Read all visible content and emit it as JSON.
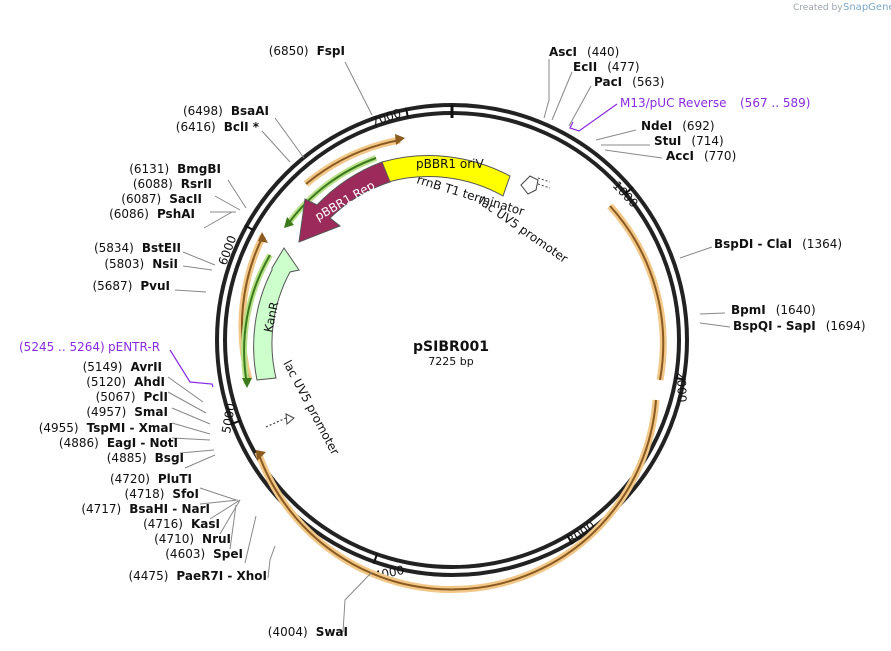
{
  "credit": {
    "prefix": "Created by",
    "brand": "SnapGene"
  },
  "plasmid": {
    "name": "pSIBR001",
    "size_label": "7225 bp"
  },
  "ticks": [
    "1000",
    "2000",
    "3000",
    "4000",
    "5000",
    "6000",
    "7000"
  ],
  "features": {
    "pbbr1_oriv": "pBBR1 oriV",
    "pbbr1_rep": "pBBR1 Rep",
    "kanr": "KanR",
    "rrnb": "rrnB T1 terminator",
    "lac1": "lac UV5 promoter",
    "lac2": "lac UV5 promoter"
  },
  "primers": {
    "m13": {
      "name": "M13/pUC Reverse",
      "range": "(567 .. 589)"
    },
    "pentr": {
      "name": "pENTR-R",
      "range": "(5245 .. 5264)"
    }
  },
  "sites_right": [
    {
      "name": "AscI",
      "pos": "(440)"
    },
    {
      "name": "EcII",
      "pos": "(477)"
    },
    {
      "name": "PacI",
      "pos": "(563)"
    },
    {
      "name": "NdeI",
      "pos": "(692)"
    },
    {
      "name": "StuI",
      "pos": "(714)"
    },
    {
      "name": "AccI",
      "pos": "(770)"
    },
    {
      "name": "BspDI - ClaI",
      "pos": "(1364)"
    },
    {
      "name": "BpmI",
      "pos": "(1640)"
    },
    {
      "name": "BspQI - SapI",
      "pos": "(1694)"
    }
  ],
  "sites_left": [
    {
      "name": "FspI",
      "pos": "(6850)"
    },
    {
      "name": "BsaAI",
      "pos": "(6498)"
    },
    {
      "name": "BclI *",
      "pos": "(6416)"
    },
    {
      "name": "BmgBI",
      "pos": "(6131)"
    },
    {
      "name": "RsrII",
      "pos": "(6088)"
    },
    {
      "name": "SacII",
      "pos": "(6087)"
    },
    {
      "name": "PshAI",
      "pos": "(6086)"
    },
    {
      "name": "BstEII",
      "pos": "(5834)"
    },
    {
      "name": "NsiI",
      "pos": "(5803)"
    },
    {
      "name": "PvuI",
      "pos": "(5687)"
    },
    {
      "name": "AvrII",
      "pos": "(5149)"
    },
    {
      "name": "AhdI",
      "pos": "(5120)"
    },
    {
      "name": "PclI",
      "pos": "(5067)"
    },
    {
      "name": "SmaI",
      "pos": "(4957)"
    },
    {
      "name": "TspMI - XmaI",
      "pos": "(4955)"
    },
    {
      "name": "EagI - NotI",
      "pos": "(4886)"
    },
    {
      "name": "BsgI",
      "pos": "(4885)"
    },
    {
      "name": "PluTI",
      "pos": "(4720)"
    },
    {
      "name": "SfoI",
      "pos": "(4718)"
    },
    {
      "name": "BsaHI - NarI",
      "pos": "(4717)"
    },
    {
      "name": "KasI",
      "pos": "(4716)"
    },
    {
      "name": "NruI",
      "pos": "(4710)"
    },
    {
      "name": "SpeI",
      "pos": "(4603)"
    },
    {
      "name": "PaeR7I - XhoI",
      "pos": "(4475)"
    },
    {
      "name": "SwaI",
      "pos": "(4004)"
    }
  ]
}
